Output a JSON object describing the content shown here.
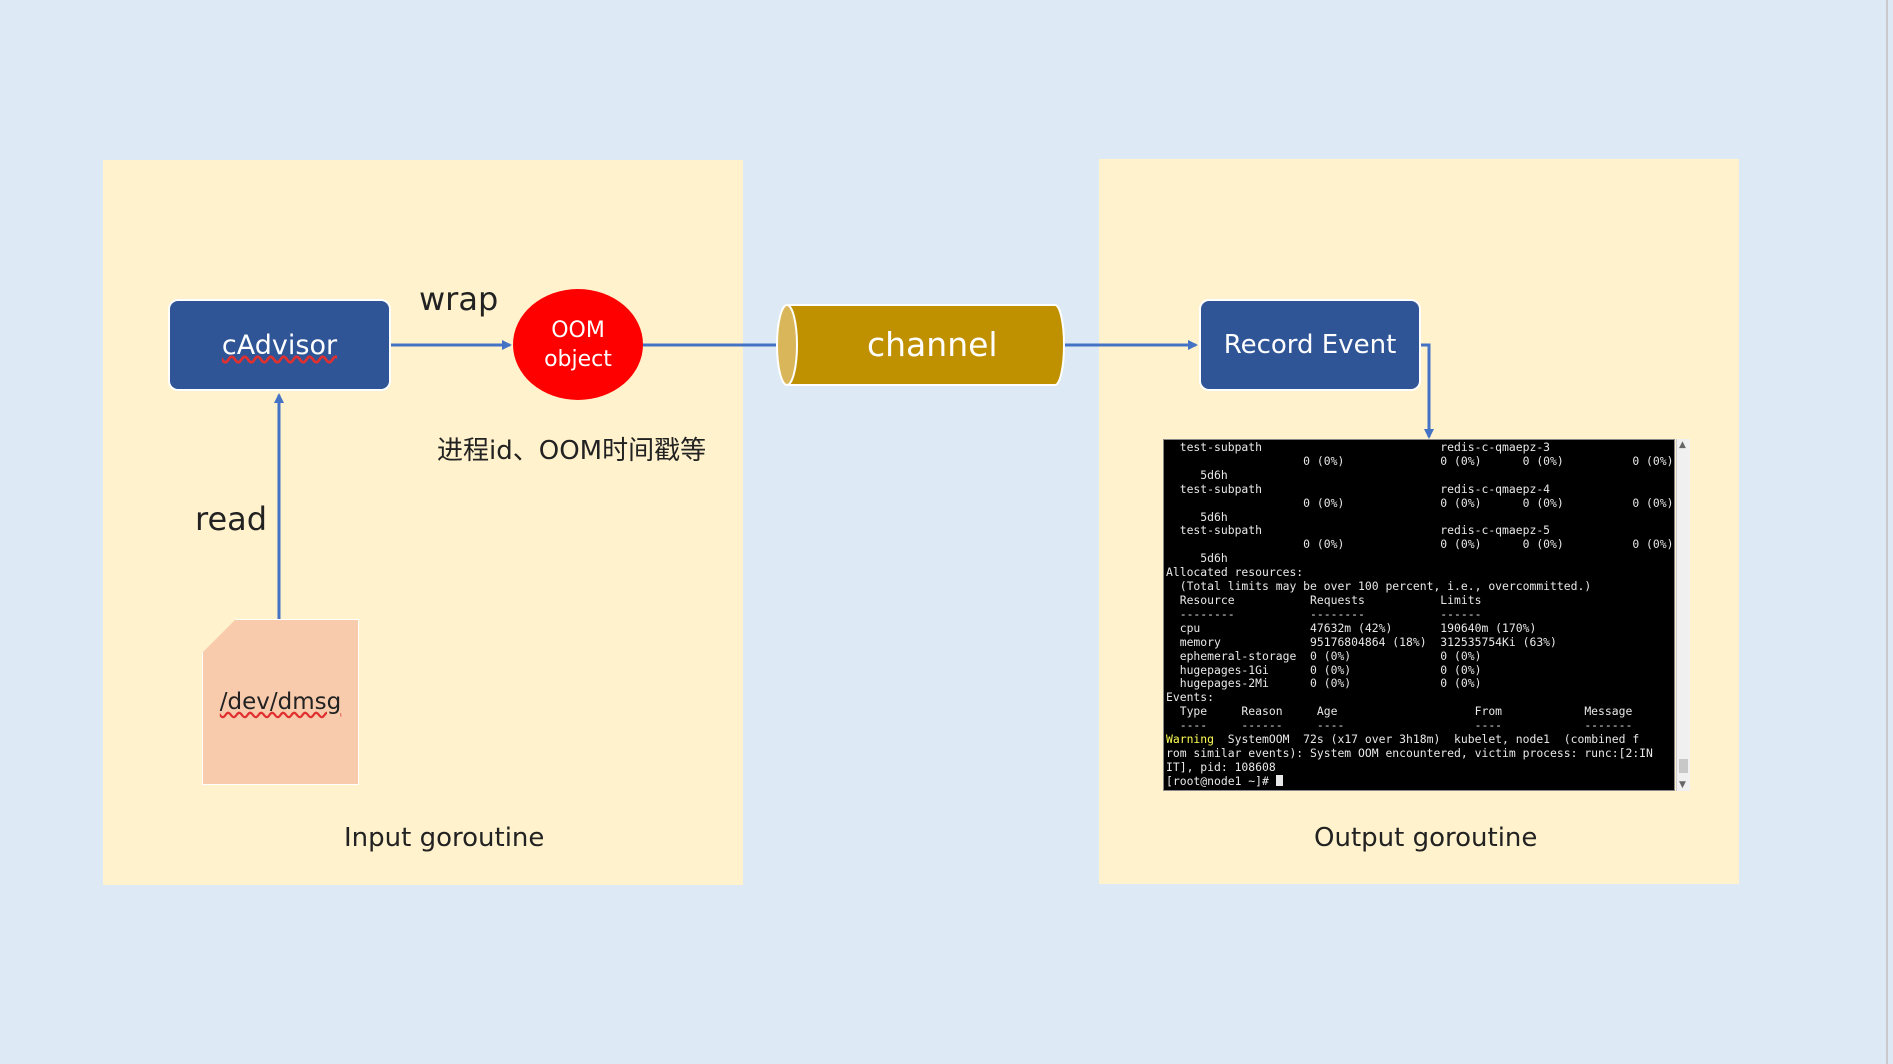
{
  "input_panel": {
    "title": "Input goroutine"
  },
  "output_panel": {
    "title": "Output goroutine"
  },
  "nodes": {
    "cadvisor": "cAdvisor",
    "oom_line1": "OOM",
    "oom_line2": "object",
    "channel": "channel",
    "record_event": "Record Event",
    "dmsg_file": "/dev/dmsg"
  },
  "edge_labels": {
    "wrap": "wrap",
    "read": "read",
    "oom_note": "进程id、OOM时间戳等"
  },
  "terminal": {
    "lines_before_warning": [
      "  test-subpath                          redis-c-qmaepz-3",
      "                    0 (0%)              0 (0%)      0 (0%)          0 (0%)",
      "     5d6h",
      "  test-subpath                          redis-c-qmaepz-4",
      "                    0 (0%)              0 (0%)      0 (0%)          0 (0%)",
      "     5d6h",
      "  test-subpath                          redis-c-qmaepz-5",
      "                    0 (0%)              0 (0%)      0 (0%)          0 (0%)",
      "     5d6h",
      "Allocated resources:",
      "  (Total limits may be over 100 percent, i.e., overcommitted.)",
      "  Resource           Requests           Limits",
      "  --------           --------           ------",
      "  cpu                47632m (42%)       190640m (170%)",
      "  memory             95176804864 (18%)  312535754Ki (63%)",
      "  ephemeral-storage  0 (0%)             0 (0%)",
      "  hugepages-1Gi      0 (0%)             0 (0%)",
      "  hugepages-2Mi      0 (0%)             0 (0%)",
      "Events:",
      "  Type     Reason     Age                    From            Message",
      "  ----     ------     ----                   ----            -------"
    ],
    "warning_type": "Warning",
    "warning_rest": "  SystemOOM  72s (x17 over 3h18m)  kubelet, node1  (combined f",
    "lines_after_warning": [
      "rom similar events): System OOM encountered, victim process: runc:[2:IN",
      "IT], pid: 108608"
    ],
    "prompt": "[root@node1 ~]# "
  },
  "colors": {
    "background": "#dde9f5",
    "panel": "#fff2cc",
    "box_blue": "#2f5597",
    "oom_red": "#ff0000",
    "channel_gold": "#bf9000",
    "arrow": "#4472c4",
    "file": "#f8cbad"
  }
}
